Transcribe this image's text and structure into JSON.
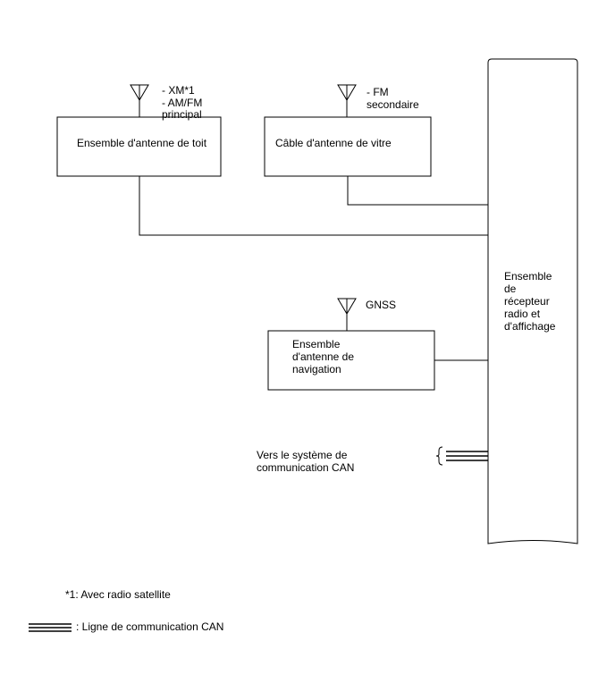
{
  "roof_antenna": {
    "title": "Ensemble d'antenne de toit",
    "labels": [
      "- XM*1",
      "- AM/FM",
      "principal"
    ]
  },
  "glass_antenna": {
    "title": "Câble d'antenne de vitre",
    "labels": [
      "- FM",
      "secondaire"
    ]
  },
  "navigation_antenna": {
    "title": "Ensemble\nd'antenne de\nnavigation",
    "label": "GNSS"
  },
  "receiver": {
    "title": "Ensemble\nde\nrécepteur\nradio et\nd'affichage"
  },
  "can_destination": "Vers le système de\ncommunication CAN",
  "footnote": "*1: Avec radio satellite",
  "legend": {
    "label": ": Ligne de communication CAN"
  }
}
